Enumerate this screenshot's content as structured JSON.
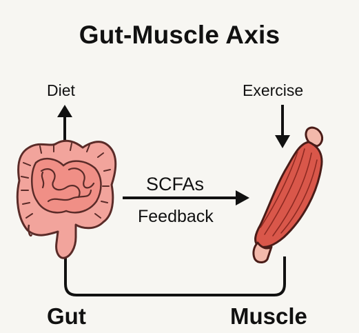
{
  "title": "Gut-Muscle Axis",
  "labels": {
    "diet": "Diet",
    "exercise": "Exercise",
    "scfas": "SCFAs",
    "feedback": "Feedback",
    "gut": "Gut",
    "muscle": "Muscle"
  },
  "icons": {
    "gut": "intestine-icon",
    "muscle": "muscle-icon"
  },
  "colors": {
    "background": "#f7f6f2",
    "gut_fill": "#f2a49c",
    "gut_stroke": "#5a2b28",
    "muscle_fill": "#d9574a",
    "muscle_stroke": "#4a1c18",
    "tendon_fill": "#f3b9ab",
    "arrow": "#111111"
  }
}
